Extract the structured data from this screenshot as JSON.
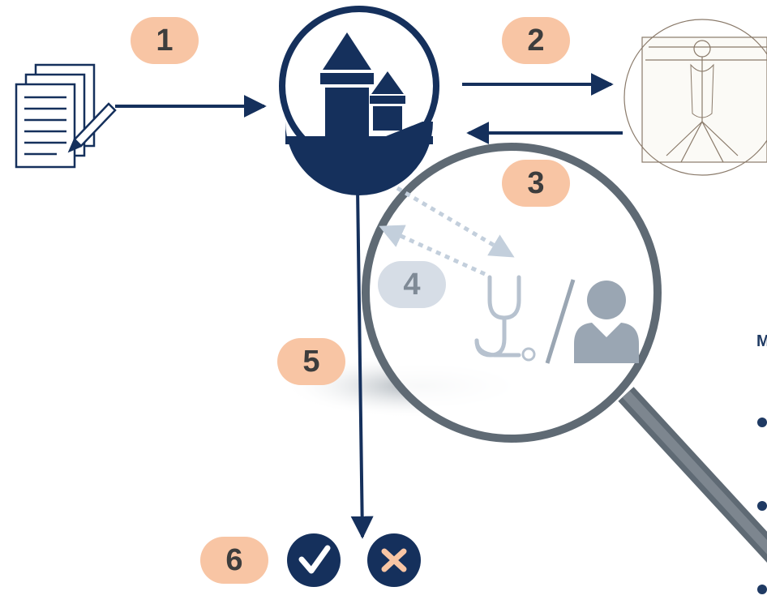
{
  "steps": [
    {
      "label": "1"
    },
    {
      "label": "2"
    },
    {
      "label": "3"
    },
    {
      "label": "4"
    },
    {
      "label": "5"
    },
    {
      "label": "6"
    }
  ],
  "right_panel": {
    "heading_fragment": "M"
  },
  "colors": {
    "navy": "#15305c",
    "badge": "#f8c5a4",
    "faded": "#c3cfdc",
    "lens_rim": "#5f6a74"
  },
  "icons": [
    "document-stack-icon",
    "castle-icon",
    "vitruvian-man-image",
    "stethoscope-icon",
    "person-icon",
    "check-icon",
    "cross-icon",
    "magnifying-glass-icon"
  ]
}
